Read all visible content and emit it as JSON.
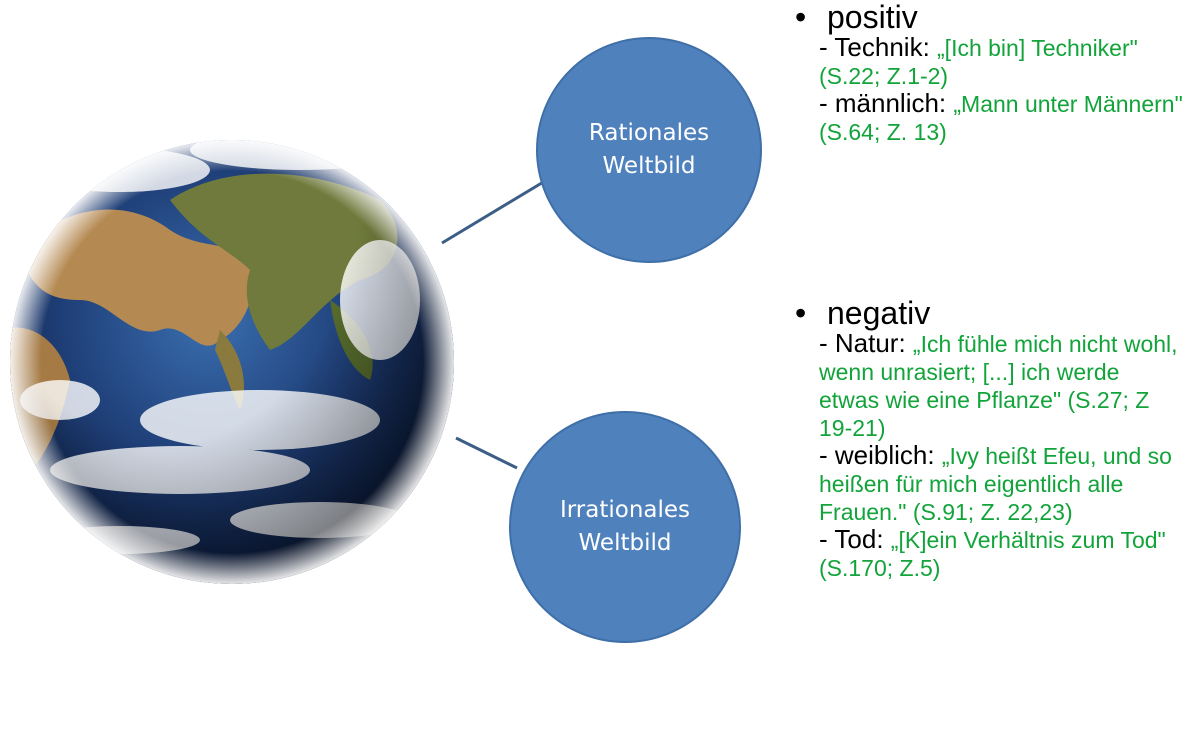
{
  "diagram": {
    "rational": {
      "line1": "Rationales",
      "line2": "Weltbild"
    },
    "irrational": {
      "line1": "Irrationales",
      "line2": "Weltbild"
    }
  },
  "positive": {
    "heading": "positiv",
    "items": [
      {
        "label": "- Technik: ",
        "quote": "„[Ich bin] Techniker\" (S.22; Z.1-2)"
      },
      {
        "label": "- männlich: ",
        "quote": "„Mann unter Männern\" (S.64; Z. 13)"
      }
    ]
  },
  "negative": {
    "heading": "negativ",
    "items": [
      {
        "label": "- Natur: ",
        "quote": "„Ich fühle mich nicht wohl, wenn unrasiert; [...] ich werde etwas wie eine Pflanze\" (S.27; Z 19-21)"
      },
      {
        "label": "- weiblich: ",
        "quote": "„Ivy heißt Efeu, und so heißen für mich eigentlich alle Frauen.\" (S.91; Z. 22,23)"
      },
      {
        "label": "- Tod: ",
        "quote": "„[K]ein Verhältnis zum Tod\" (S.170; Z.5)"
      }
    ]
  },
  "colors": {
    "circle": "#4f81bd",
    "quote": "#12a43a",
    "connector": "#3c5e86"
  },
  "icons": {
    "earth": "earth-globe-image"
  }
}
